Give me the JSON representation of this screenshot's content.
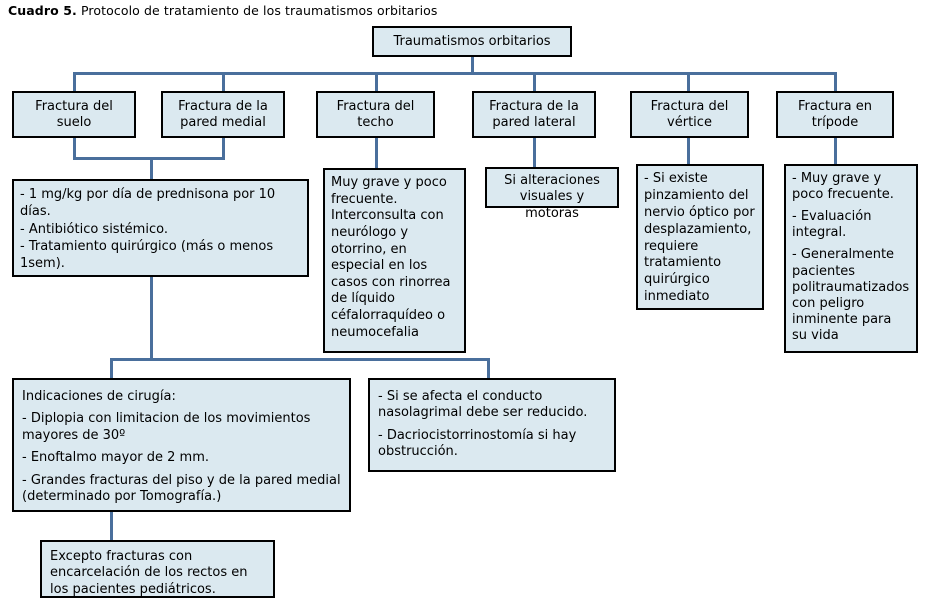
{
  "caption": {
    "label": "Cuadro 5.",
    "text": " Protocolo de tratamiento de los traumatismos orbitarios"
  },
  "colors": {
    "node_fill": "#dbe9f0",
    "node_border": "#000000",
    "connector": "#4a6f9c",
    "background": "#ffffff"
  },
  "diagram": {
    "type": "flowchart",
    "root": {
      "label": "Traumatismos orbitarios"
    },
    "categories": [
      {
        "id": "suelo",
        "line1": "Fractura del",
        "line2": "suelo"
      },
      {
        "id": "pared-medial",
        "line1": "Fractura de la",
        "line2": "pared medial"
      },
      {
        "id": "techo",
        "line1": "Fractura del",
        "line2": "techo"
      },
      {
        "id": "pared-lateral",
        "line1": "Fractura de la",
        "line2": "pared lateral"
      },
      {
        "id": "vertice",
        "line1": "Fractura del",
        "line2": "vértice"
      },
      {
        "id": "tripode",
        "line1": "Fractura en",
        "line2": "trípode"
      }
    ],
    "details": {
      "prednisona": {
        "lines": [
          "- 1 mg/kg por día de prednisona por 10 días.",
          "- Antibiótico sistémico.",
          "- Tratamiento quirúrgico (más o menos 1sem)."
        ]
      },
      "techo": {
        "lines": [
          "Muy grave y poco frecuente. Interconsulta con neurólogo y otorrino, en especial en los casos con rinorrea de líquido céfalorraquídeo o neumocefalia"
        ]
      },
      "pared_lateral": {
        "lines": [
          "Si alteraciones visuales y motoras"
        ]
      },
      "vertice": {
        "lines": [
          "- Si existe pinzamiento del nervio óptico por desplazamiento, requiere tratamiento quirúrgico inmediato"
        ]
      },
      "tripode": {
        "paragraphs": [
          "- Muy grave y poco frecuente.",
          "- Evaluación integral.",
          "- Generalmente pacientes politraumatizados con peligro inminente para su vida"
        ]
      },
      "indicaciones": {
        "paragraphs": [
          "Indicaciones de cirugía:",
          "- Diplopia con limitacion de los movimientos mayores de 30º",
          "- Enoftalmo mayor de 2 mm.",
          "- Grandes fracturas del piso y de la pared medial (determinado por Tomografía.)"
        ]
      },
      "nasolagrimal": {
        "paragraphs": [
          "- Si se afecta el conducto nasolagrimal debe ser reducido.",
          "- Dacriocistorrinostomía si hay obstrucción."
        ]
      },
      "pediatricos": {
        "lines": [
          "Excepto fracturas con encarcelación de los rectos en los pacientes pediátricos."
        ]
      }
    }
  }
}
